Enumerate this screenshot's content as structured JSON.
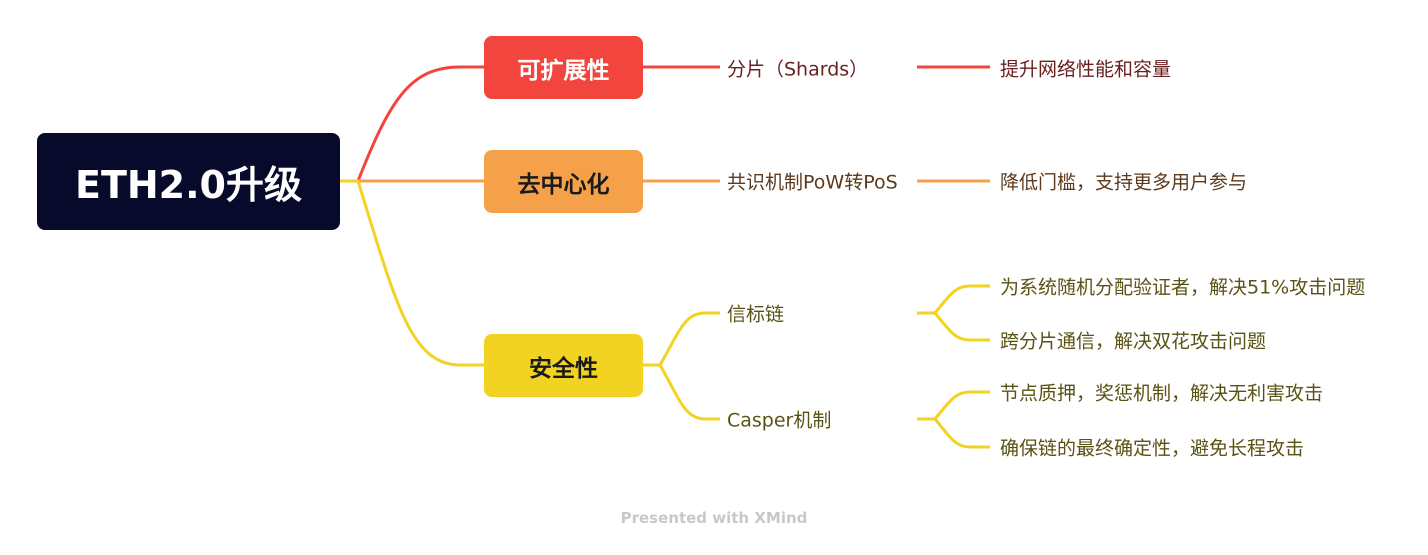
{
  "root": {
    "label": "ETH2.0升级",
    "color": "#070a2a"
  },
  "branches": [
    {
      "label": "可扩展性",
      "color": "#f2453d",
      "children": [
        {
          "label": "分片（Shards）",
          "children": [
            "提升网络性能和容量"
          ]
        }
      ]
    },
    {
      "label": "去中心化",
      "color": "#f5a14a",
      "children": [
        {
          "label": "共识机制PoW转PoS",
          "children": [
            "降低门槛，支持更多用户参与"
          ]
        }
      ]
    },
    {
      "label": "安全性",
      "color": "#f2d321",
      "children": [
        {
          "label": "信标链",
          "children": [
            "为系统随机分配验证者，解决51%攻击问题",
            "跨分片通信，解决双花攻击问题"
          ]
        },
        {
          "label": "Casper机制",
          "children": [
            "节点质押，奖惩机制，解决无利害攻击",
            "确保链的最终确定性，避免长程攻击"
          ]
        }
      ]
    }
  ],
  "footer": "Presented with XMind"
}
